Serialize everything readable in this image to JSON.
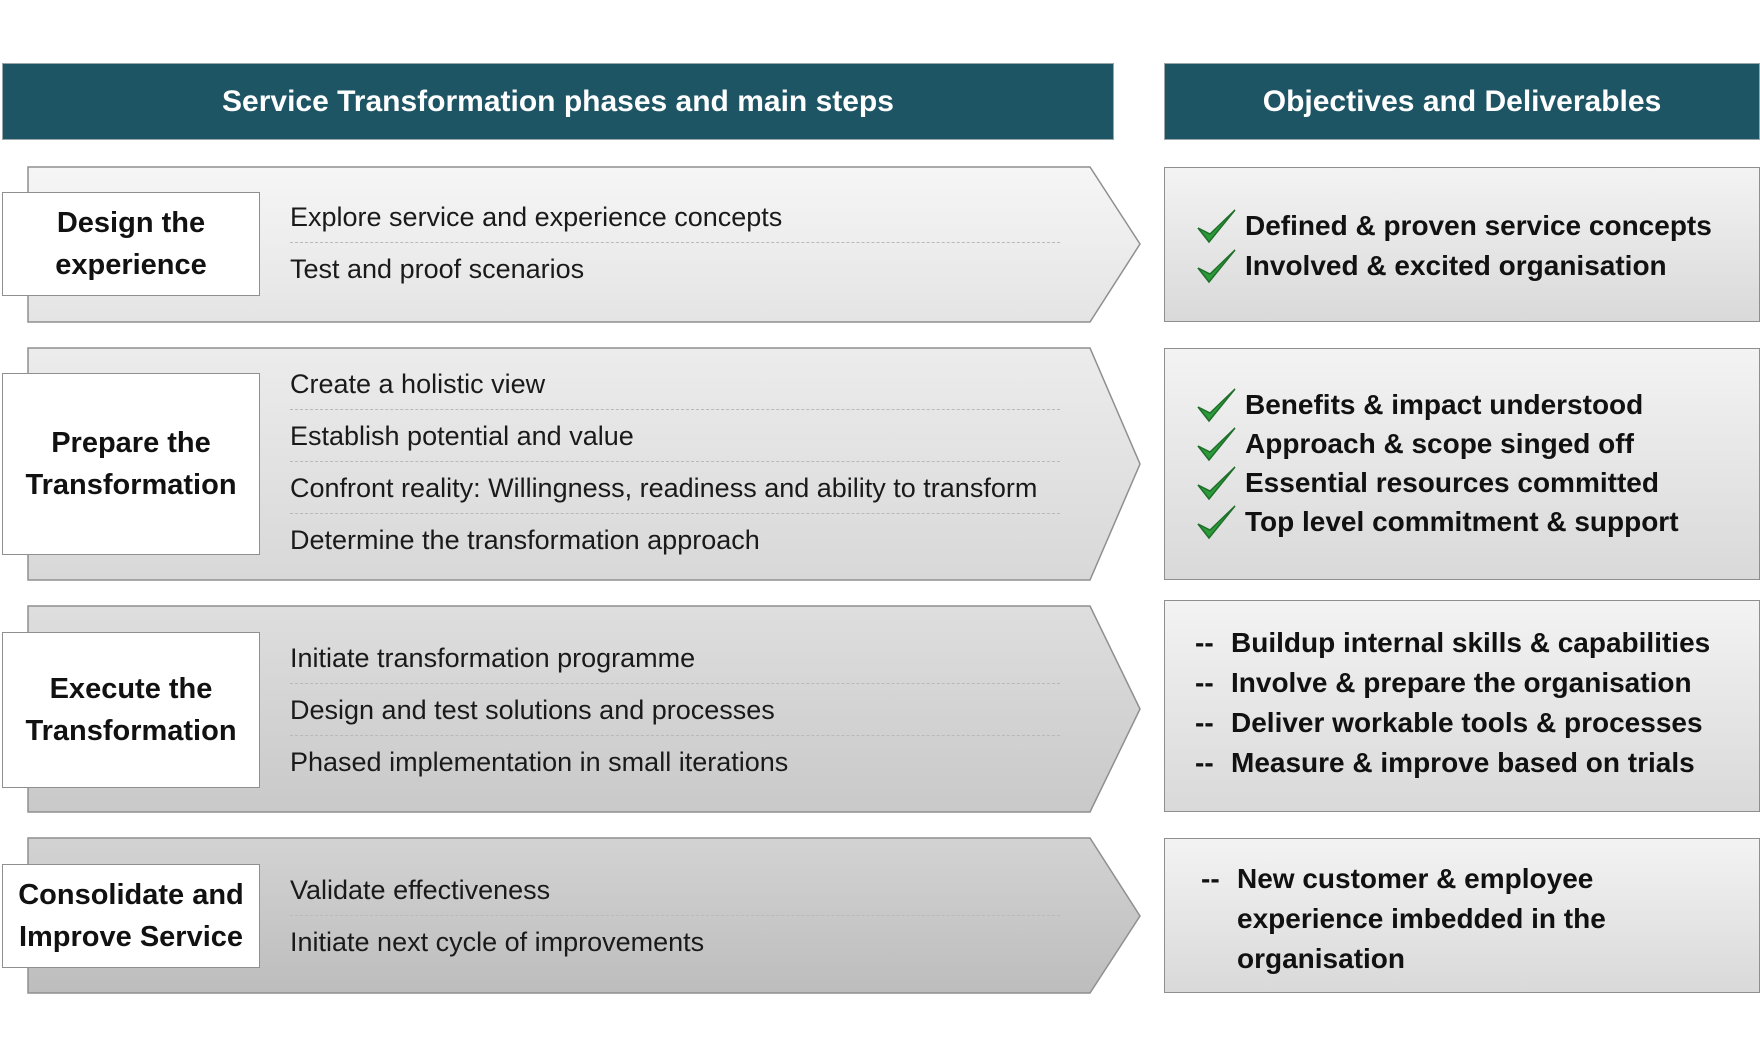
{
  "headers": {
    "left": "Service Transformation phases and main steps",
    "right": "Objectives and Deliverables"
  },
  "phases": [
    {
      "label_lines": [
        "Design the",
        "experience"
      ],
      "steps": [
        "Explore service and experience concepts",
        "Test and proof scenarios"
      ],
      "objectives": {
        "marker": "check-icon",
        "items": [
          "Defined & proven service concepts",
          "Involved & excited organisation"
        ]
      }
    },
    {
      "label_lines": [
        "Prepare the",
        "Transformation"
      ],
      "steps": [
        "Create a holistic view",
        "Establish potential and value",
        "Confront reality: Willingness, readiness and ability to transform",
        "Determine the transformation approach"
      ],
      "objectives": {
        "marker": "check-icon",
        "items": [
          "Benefits & impact understood",
          "Approach & scope singed off",
          "Essential resources committed",
          "Top level commitment & support"
        ]
      }
    },
    {
      "label_lines": [
        "Execute the",
        "Transformation"
      ],
      "steps": [
        "Initiate transformation programme",
        "Design and test solutions and processes",
        "Phased implementation in small iterations"
      ],
      "objectives": {
        "marker": "--",
        "items": [
          "Buildup internal skills & capabilities",
          "Involve & prepare the organisation",
          "Deliver workable tools & processes",
          "Measure & improve based on trials"
        ]
      }
    },
    {
      "label_lines": [
        "Consolidate and",
        "Improve Service"
      ],
      "steps": [
        "Validate effectiveness",
        "Initiate next cycle of improvements"
      ],
      "objectives": {
        "marker": "--",
        "items": [
          "New customer & employee experience imbedded in the organisation"
        ]
      }
    }
  ],
  "colors": {
    "header_bg": "#1e5565",
    "check_green": "#2a9a3a"
  }
}
